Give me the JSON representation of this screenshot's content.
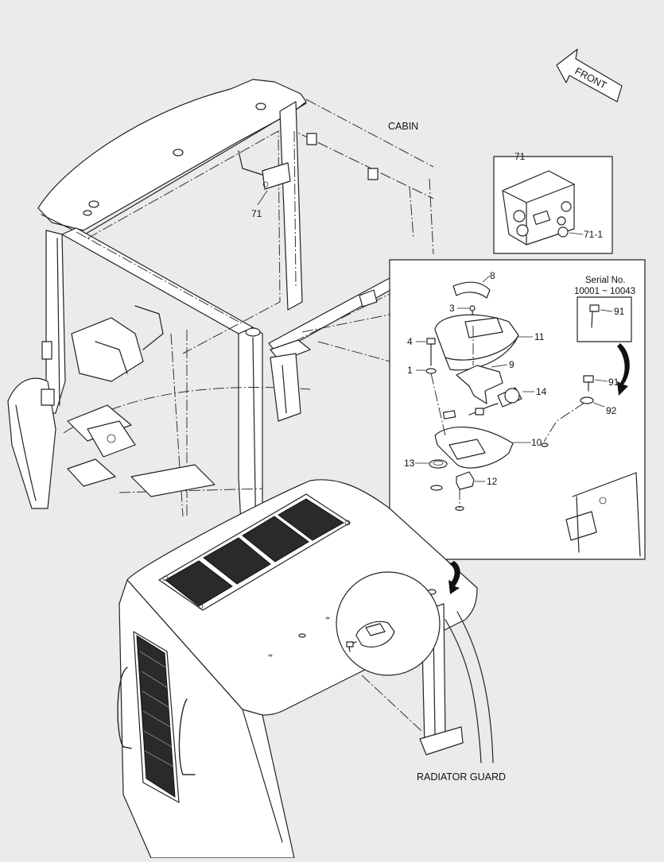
{
  "diagram": {
    "front_arrow_label": "FRONT",
    "section_labels": {
      "cabin": "CABIN",
      "radiator_guard": "RADIATOR GUARD"
    },
    "serial_box": {
      "line1": "Serial No.",
      "line2": "10001 ~ 10043",
      "part": "91"
    },
    "callouts": {
      "c71_cabin": "71",
      "c71_detail": "71",
      "c71_1": "71-1",
      "c8": "8",
      "c3": "3",
      "c4": "4",
      "c11": "11",
      "c1": "1",
      "c9": "9",
      "c14": "14",
      "c91": "91",
      "c92": "92",
      "c10": "10",
      "c13": "13",
      "c12": "12"
    }
  }
}
